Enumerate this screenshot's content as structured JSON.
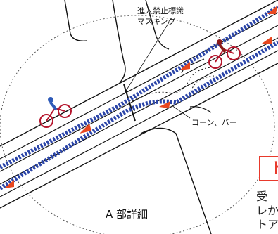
{
  "labels": {
    "sign_masking_line1": "進入禁止標識",
    "sign_masking_line2": "マスキング",
    "cone_bar": "コーン、バー",
    "detail_a": "A 部詳細"
  },
  "callout": {
    "title": "ト"
  },
  "body_text": [
    "受",
    "レか",
    "トア"
  ],
  "colors": {
    "dotted_blue": "#2b45a8",
    "arrow_red": "#e8471f",
    "accent_red": "#e8392b"
  }
}
